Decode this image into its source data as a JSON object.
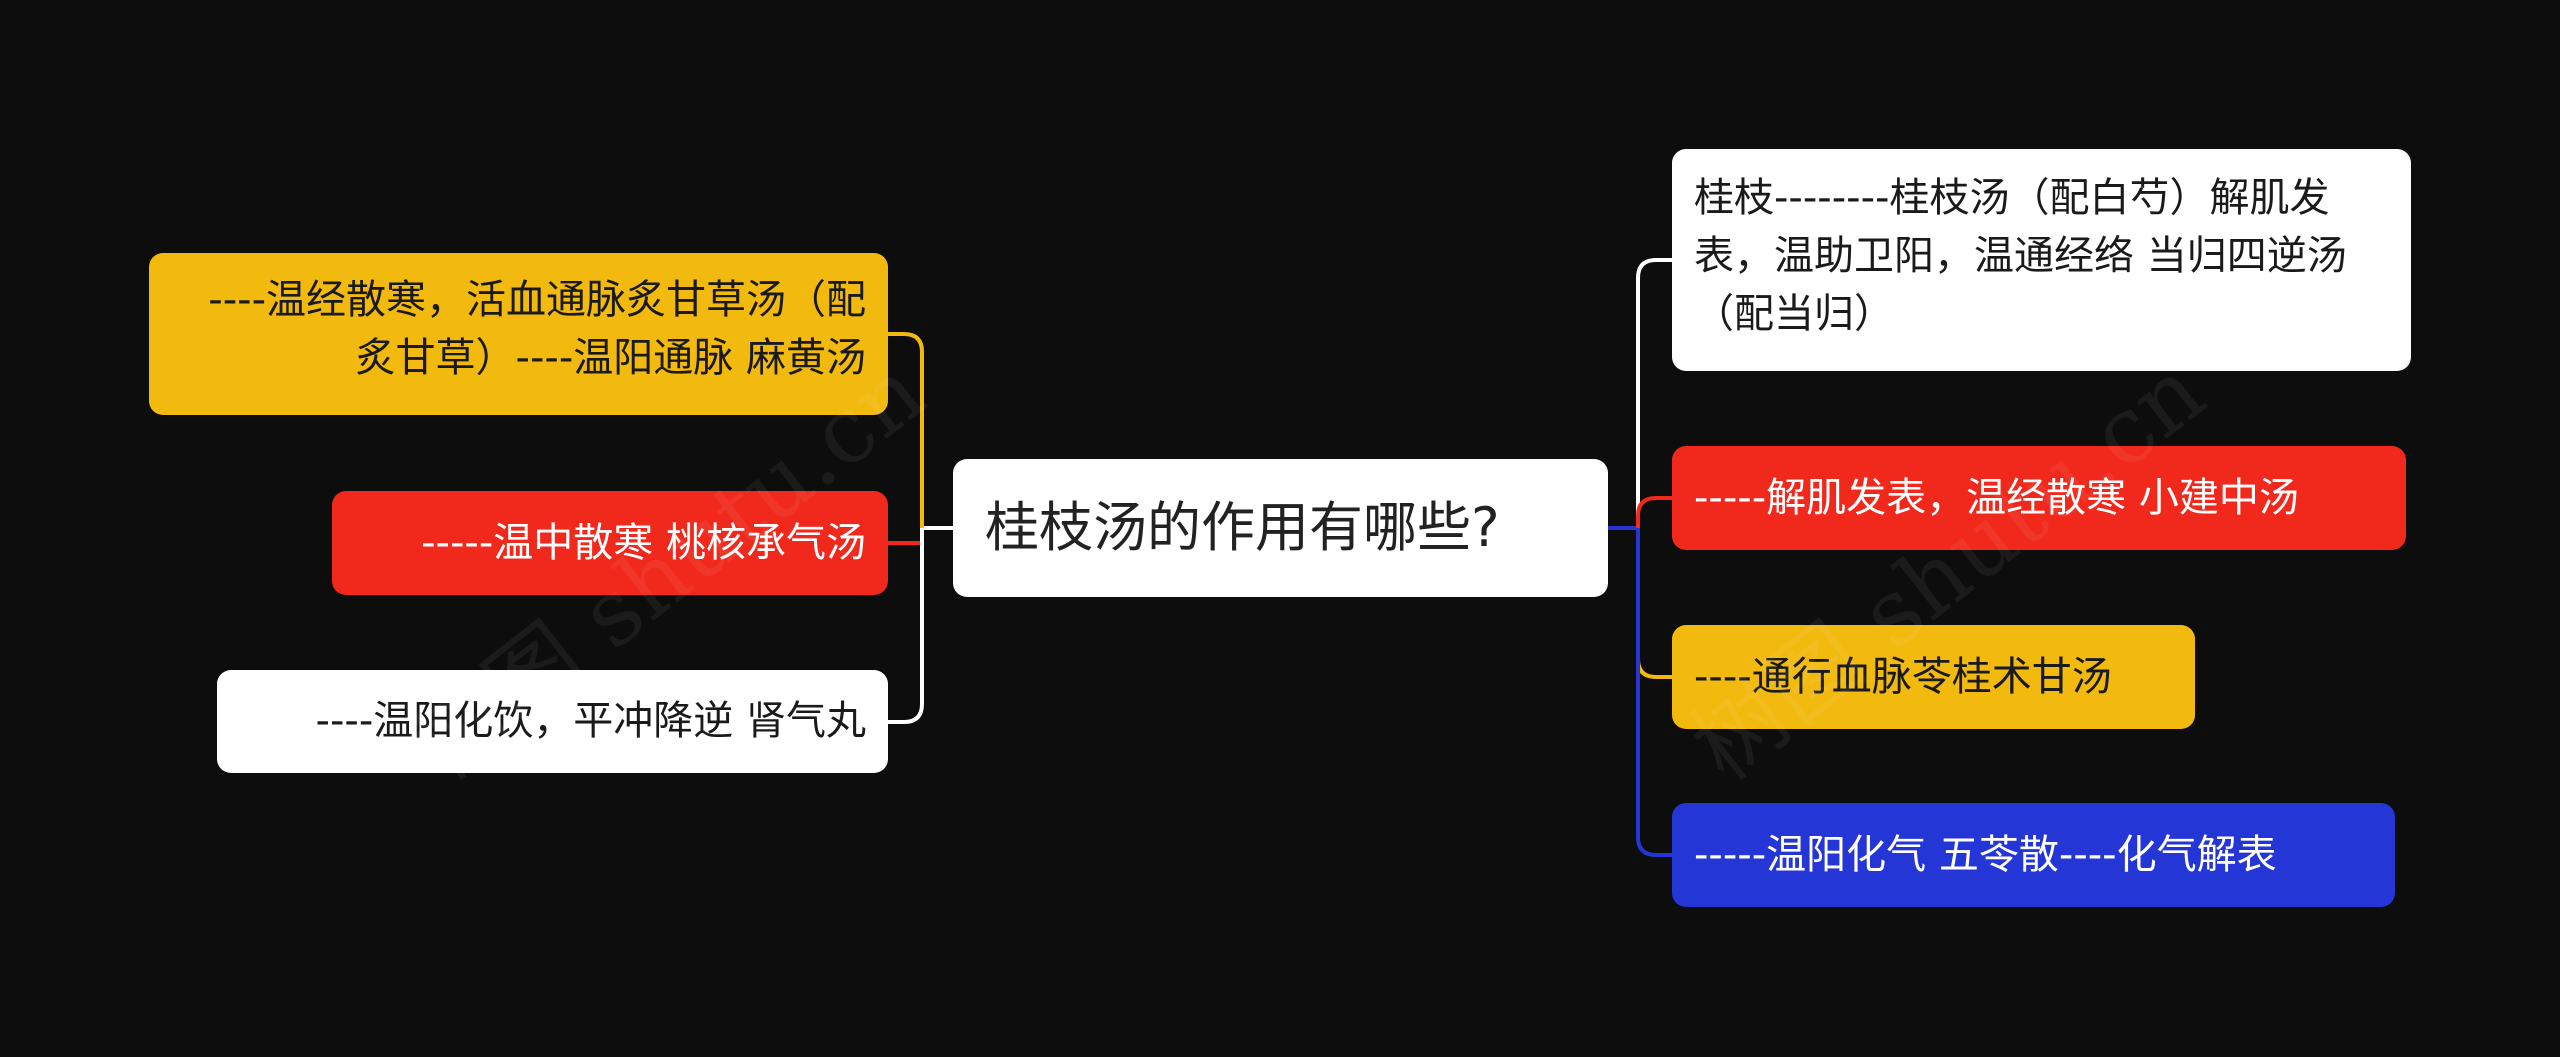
{
  "center": {
    "text": "桂枝汤的作用有哪些?",
    "bg": "#ffffff"
  },
  "left_nodes": [
    {
      "text": "----温经散寒，活血通脉炙甘草汤（配炙甘草）----温阳通脉 麻黄汤",
      "bg": "#f2b90f",
      "color": "#1a1a1a",
      "line": "#f2b90f"
    },
    {
      "text": "-----温中散寒 桃核承气汤",
      "bg": "#f0291c",
      "color": "#ffffff",
      "line": "#f0291c"
    },
    {
      "text": "----温阳化饮，平冲降逆 肾气丸",
      "bg": "#ffffff",
      "color": "#1a1a1a",
      "line": "#ffffff"
    }
  ],
  "right_nodes": [
    {
      "text": "桂枝--------桂枝汤（配白芍）解肌发表，温助卫阳，温通经络 当归四逆汤（配当归）",
      "bg": "#ffffff",
      "color": "#1a1a1a",
      "line": "#ffffff"
    },
    {
      "text": "-----解肌发表，温经散寒 小建中汤",
      "bg": "#f0291c",
      "color": "#ffffff",
      "line": "#f0291c"
    },
    {
      "text": "----通行血脉苓桂术甘汤",
      "bg": "#f2b90f",
      "color": "#1a1a1a",
      "line": "#f2b90f"
    },
    {
      "text": "-----温阳化气 五苓散----化气解表",
      "bg": "#2436d6",
      "color": "#ffffff",
      "line": "#2436d6"
    }
  ],
  "watermark": "树图 shutu.cn"
}
